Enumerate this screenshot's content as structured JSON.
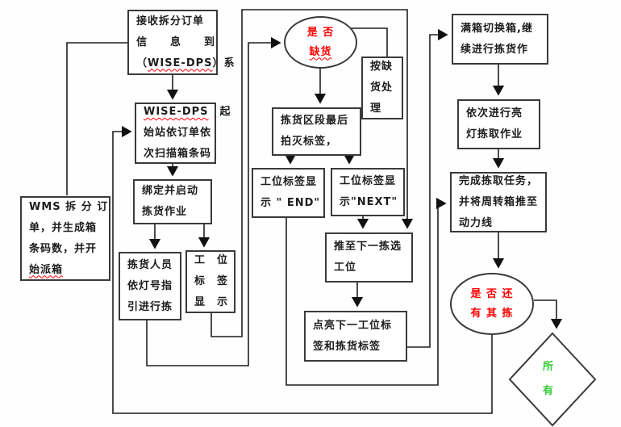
{
  "diagram_title": "WISE-DPS picking workflow flowchart",
  "colors": {
    "background": "#fefefe",
    "node_border": "#3a3a3a",
    "connector": "#1a1a1a",
    "decision_text": "#ff0000",
    "diamond_text": "#33cc33",
    "spellcheck_underline": "#ff0000"
  },
  "nodes": {
    "receive": {
      "l1": "接收拆分订单",
      "l2": "信　　息　　到",
      "l3_pre": "（",
      "l3_wavy": "WISE-DPS",
      "l3_post": "）系"
    },
    "scan": {
      "l1_wavy": "WISE-DPS",
      "l1_post": "　起",
      "l2": "始站依订单依",
      "l3": "次扫描箱条码"
    },
    "wms": {
      "l1": "WMS 拆 分 订",
      "l2": "单，并生成箱",
      "l3": "条码数，并开",
      "l4_wavy": "始派箱"
    },
    "bind": {
      "l1": "绑定并启动",
      "l2": "拣货作业"
    },
    "picker": {
      "l1": "拣货人员",
      "l2": "依灯号指",
      "l3": "引进行拣"
    },
    "station_label": {
      "l1": "工　位",
      "l2": "标　签",
      "l3": "显　示"
    },
    "shortage_q": {
      "l1": "是 否",
      "l2_wavy": "缺货"
    },
    "handle_shortage": {
      "l1": "按缺",
      "l2": "货处",
      "l3": "理"
    },
    "zone_last": {
      "l1": "拣货区段最后",
      "l2": "拍灭标签，"
    },
    "end_label": {
      "l1": "工位标签显",
      "l2": "示 \" END\""
    },
    "next_label": {
      "l1": "工位标签显",
      "l2": "示\"NEXT\""
    },
    "push_next": {
      "l1": "推至下一拣选",
      "l2": "工位"
    },
    "light_next": {
      "l1": "点亮下一工位标",
      "l2": "签和拣货标签"
    },
    "full_box": {
      "l1": "满箱切换箱,继",
      "l2": "续进行拣货作"
    },
    "light_pick": {
      "l1": "依次进行亮",
      "l2": "灯拣取作业"
    },
    "complete": {
      "l1": "完成拣取任务，",
      "l2": "并将周转箱推至",
      "l3": "动力线"
    },
    "more_q": {
      "l1": "是 否 还",
      "l2": "有 其 拣"
    },
    "all_done": {
      "l1": "所",
      "l2": "有"
    }
  }
}
